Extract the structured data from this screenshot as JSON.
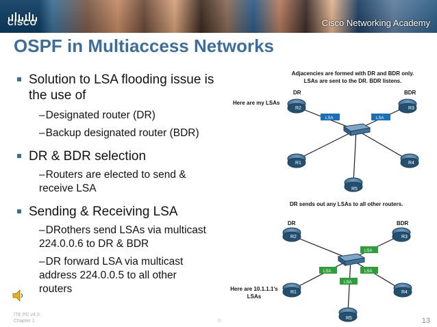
{
  "header": {
    "logo_text": "CISCO",
    "academy_text": "Cisco Networking Academy"
  },
  "title": "OSPF in Multiaccess Networks",
  "content": {
    "b1": "Solution to LSA flooding issue is the use of",
    "b1_subs": [
      "Designated router (DR)",
      "Backup designated router (BDR)"
    ],
    "b2": "DR & BDR selection",
    "b2_sub": "Routers are elected to send & receive LSA",
    "b3": "Sending & Receiving LSA",
    "b3_subs": [
      "DRothers send LSAs via multicast 224.0.0.6 to DR & BDR",
      "DR forward LSA via multicast address 224.0.0.5 to all other routers"
    ]
  },
  "diagram_top": {
    "caption": "Adjacencies are formed with DR and BDR only.\nLSAs are sent to the DR. BDR listens.",
    "dr_label": "DR",
    "bdr_label": "BDR",
    "note": "Here are my LSAs",
    "routers": [
      "R2",
      "R3",
      "R1",
      "R4",
      "R5"
    ],
    "lsa_label": "LSA"
  },
  "diagram_bottom": {
    "caption": "DR sends out any LSAs to all other routers.",
    "dr_label": "DR",
    "bdr_label": "BDR",
    "note": "Here are 10.1.1.1's\nLSAs",
    "routers": [
      "R2",
      "R3",
      "R1",
      "R4",
      "R5"
    ],
    "lsa_label": "LSA"
  },
  "footer": {
    "left_line1": "ITE PC v4.0",
    "left_line2": "Chapter 1",
    "mid": "©",
    "page": "13"
  },
  "colors": {
    "title": "#3d6e99",
    "lsa_box": "#2f9e3a",
    "lsa_box_top": "#1b6fb3"
  },
  "icons": [
    "cisco-logo",
    "speaker-icon",
    "router-icon",
    "switch-icon"
  ]
}
